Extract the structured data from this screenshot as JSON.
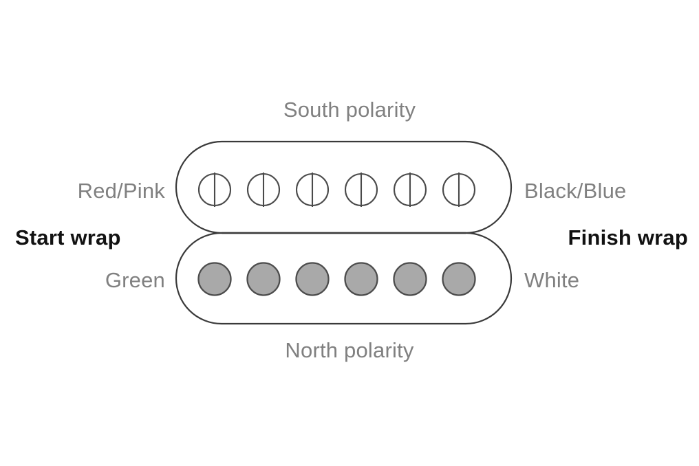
{
  "diagram": {
    "title_top": "South polarity",
    "title_bottom": "North polarity",
    "left_labels": {
      "top_coil_wire": "Red/Pink",
      "bottom_coil_wire": "Green",
      "wrap": "Start wrap"
    },
    "right_labels": {
      "top_coil_wire": "Black/Blue",
      "bottom_coil_wire": "White",
      "wrap": "Finish wrap"
    },
    "coils": [
      {
        "name": "top-coil",
        "polarity": "South polarity",
        "pole_type": "adjustable-screw",
        "pole_count": 6,
        "start_wire": "Red/Pink",
        "finish_wire": "Black/Blue"
      },
      {
        "name": "bottom-coil",
        "polarity": "North polarity",
        "pole_type": "slug",
        "pole_count": 6,
        "start_wire": "Green",
        "finish_wire": "White"
      }
    ],
    "colors": {
      "outline": "#3a3a3a",
      "slug_fill": "#a9a9a9",
      "slug_stroke": "#4c4c4c",
      "screw_fill": "#ffffff",
      "screw_stroke": "#4a4a4a",
      "label_gray": "#808080",
      "label_bold": "#121212",
      "background": "#ffffff"
    }
  }
}
